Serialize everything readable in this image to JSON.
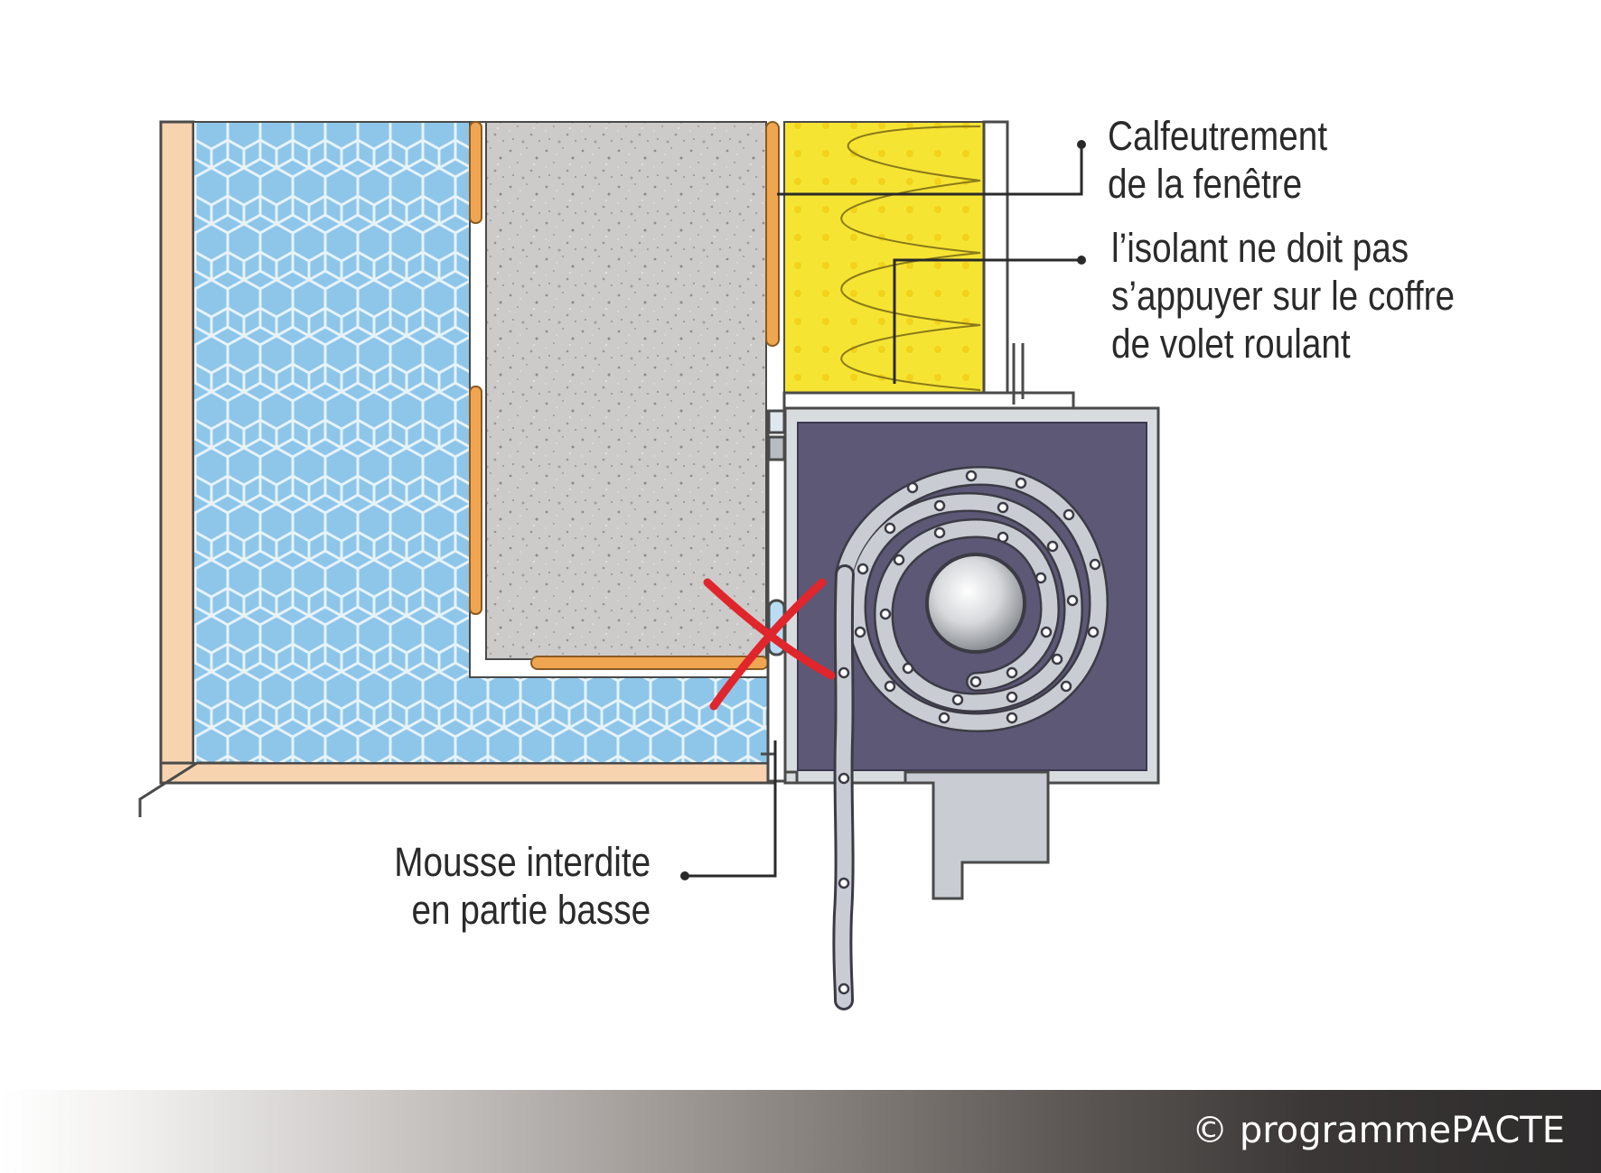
{
  "labels": {
    "calfeutrement_line1": "Calfeutrement",
    "calfeutrement_line2": "de la fenêtre",
    "isolant_line1": "l’isolant ne doit pas",
    "isolant_line2": "s’appuyer sur le coffre",
    "isolant_line3": "de volet roulant",
    "mousse_line1": "Mousse interdite",
    "mousse_line2": "en partie basse"
  },
  "footer": {
    "credit": "© programmePACTE"
  },
  "colors": {
    "insulation_blue": "#8ec6ea",
    "insulation_mesh": "#e7f3fb",
    "concrete": "#cccbca",
    "mineral_wool": "#f6e433",
    "seal_orange": "#f0a650",
    "frame_peach": "#f7d3b0",
    "box_purple": "#5c5876",
    "shutter_grey": "#c9cdd3",
    "forbidden_red": "#e0262c"
  }
}
